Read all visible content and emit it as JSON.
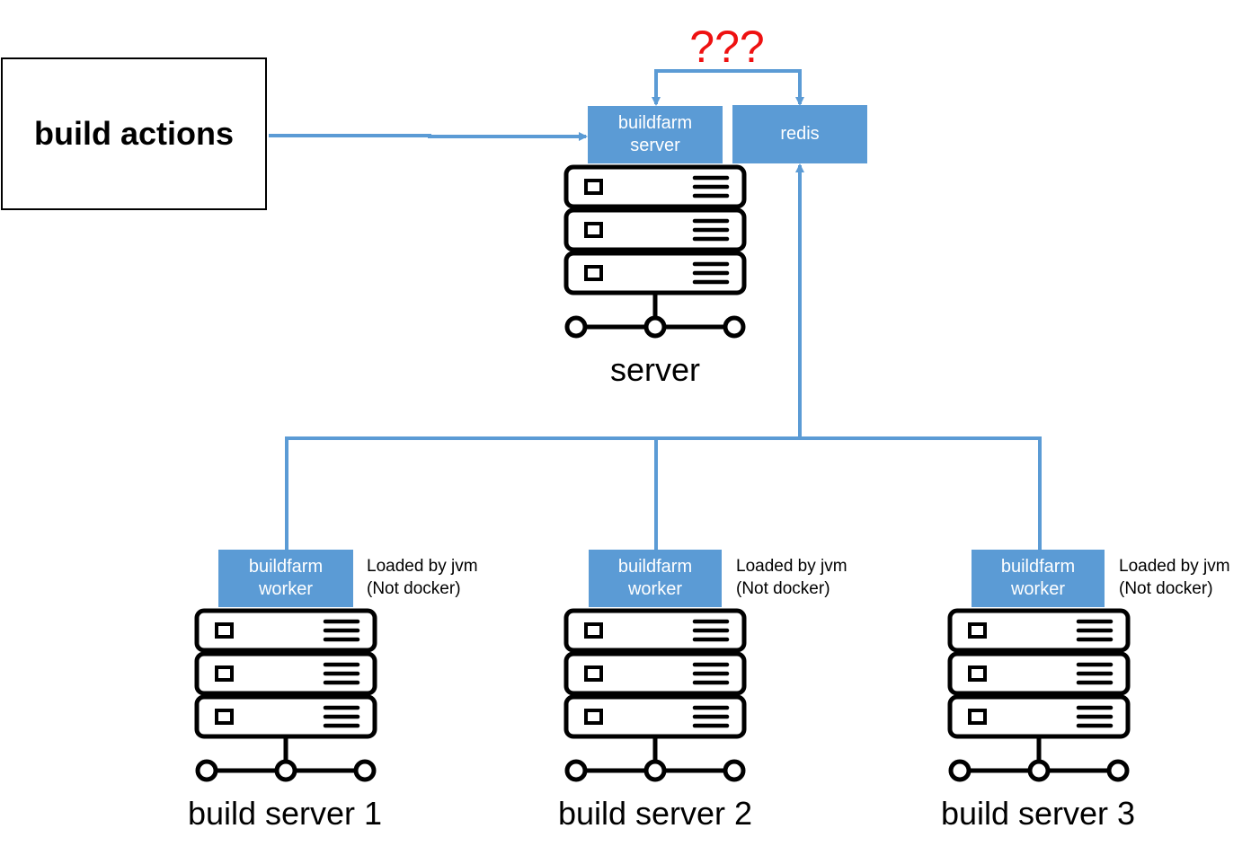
{
  "colors": {
    "service_box": "#5b9bd5",
    "connector": "#5b9bd5",
    "question": "#ee1111",
    "icon": "#000000"
  },
  "client": {
    "label": "build actions"
  },
  "question_marks": "???",
  "central": {
    "caption": "server",
    "icon": "server-rack-icon",
    "server_box": {
      "line1": "buildfarm",
      "line2": "server"
    },
    "redis_box": {
      "label": "redis"
    }
  },
  "workers": [
    {
      "caption": "build server 1",
      "box_line1": "buildfarm",
      "box_line2": "worker",
      "note_line1": "Loaded by jvm",
      "note_line2": "(Not docker)",
      "icon": "server-rack-icon"
    },
    {
      "caption": "build server 2",
      "box_line1": "buildfarm",
      "box_line2": "worker",
      "note_line1": "Loaded by jvm",
      "note_line2": "(Not docker)",
      "icon": "server-rack-icon"
    },
    {
      "caption": "build server 3",
      "box_line1": "buildfarm",
      "box_line2": "worker",
      "note_line1": "Loaded by jvm",
      "note_line2": "(Not docker)",
      "icon": "server-rack-icon"
    }
  ]
}
